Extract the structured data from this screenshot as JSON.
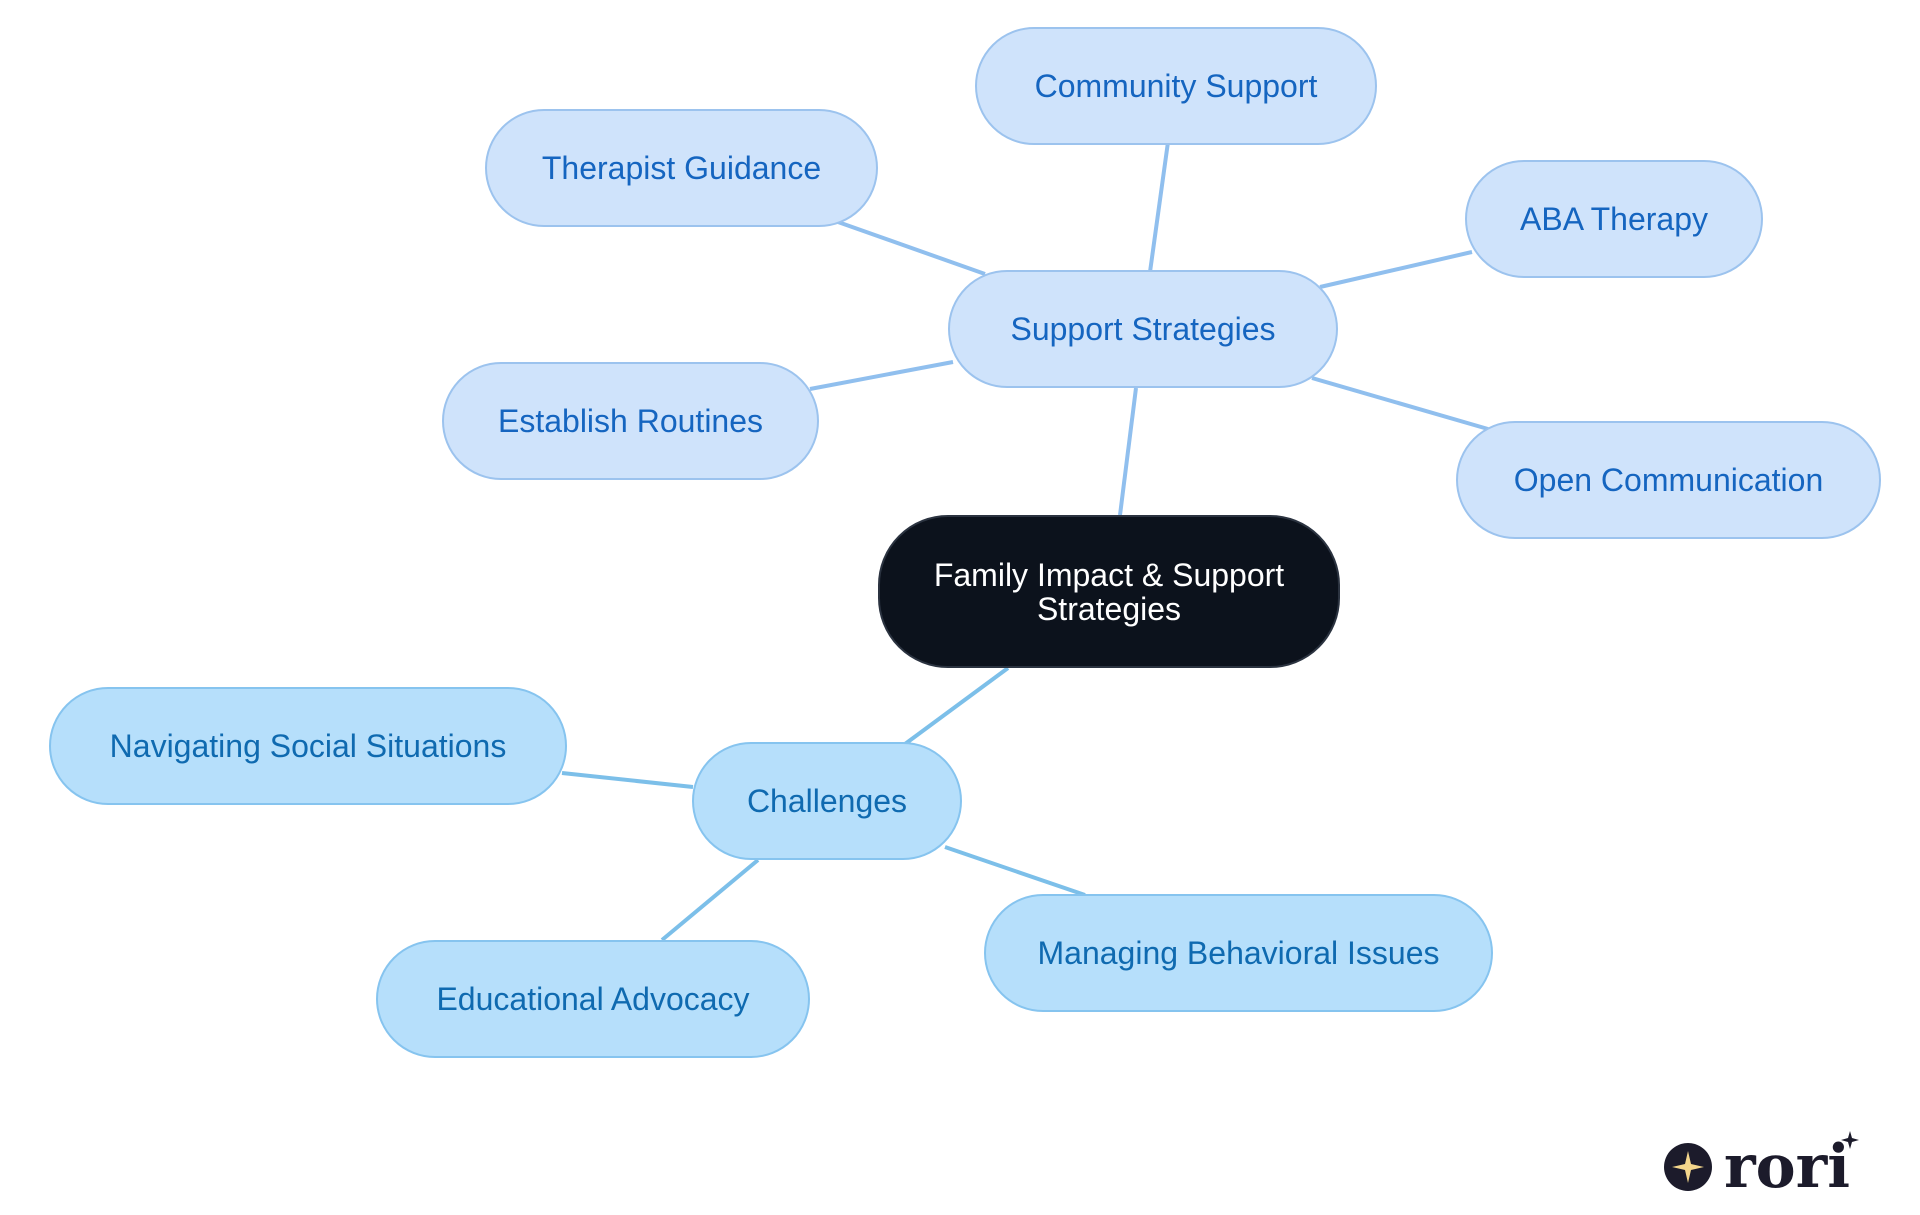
{
  "diagram": {
    "root": {
      "id": "root",
      "label": "Family Impact & Support Strategies"
    },
    "branches": [
      {
        "id": "support",
        "label": "Support Strategies",
        "children": [
          {
            "id": "community",
            "label": "Community Support"
          },
          {
            "id": "therapist",
            "label": "Therapist Guidance"
          },
          {
            "id": "aba",
            "label": "ABA Therapy"
          },
          {
            "id": "routines",
            "label": "Establish Routines"
          },
          {
            "id": "communication",
            "label": "Open Communication"
          }
        ]
      },
      {
        "id": "challenges",
        "label": "Challenges",
        "children": [
          {
            "id": "social",
            "label": "Navigating Social Situations"
          },
          {
            "id": "advocacy",
            "label": "Educational Advocacy"
          },
          {
            "id": "behavioral",
            "label": "Managing Behavioral Issues"
          }
        ]
      }
    ]
  },
  "logo": {
    "text": "rori"
  },
  "colors": {
    "root_fill": "#0c121c",
    "support_fill": "#cfe3fb",
    "support_text": "#1565c0",
    "challenge_fill": "#b6dffb",
    "challenge_text": "#0f6ab0",
    "support_link": "#90bfee",
    "challenge_link": "#7cbfe9",
    "logo_dark": "#1c1b2b",
    "logo_star": "#f4d68c"
  }
}
